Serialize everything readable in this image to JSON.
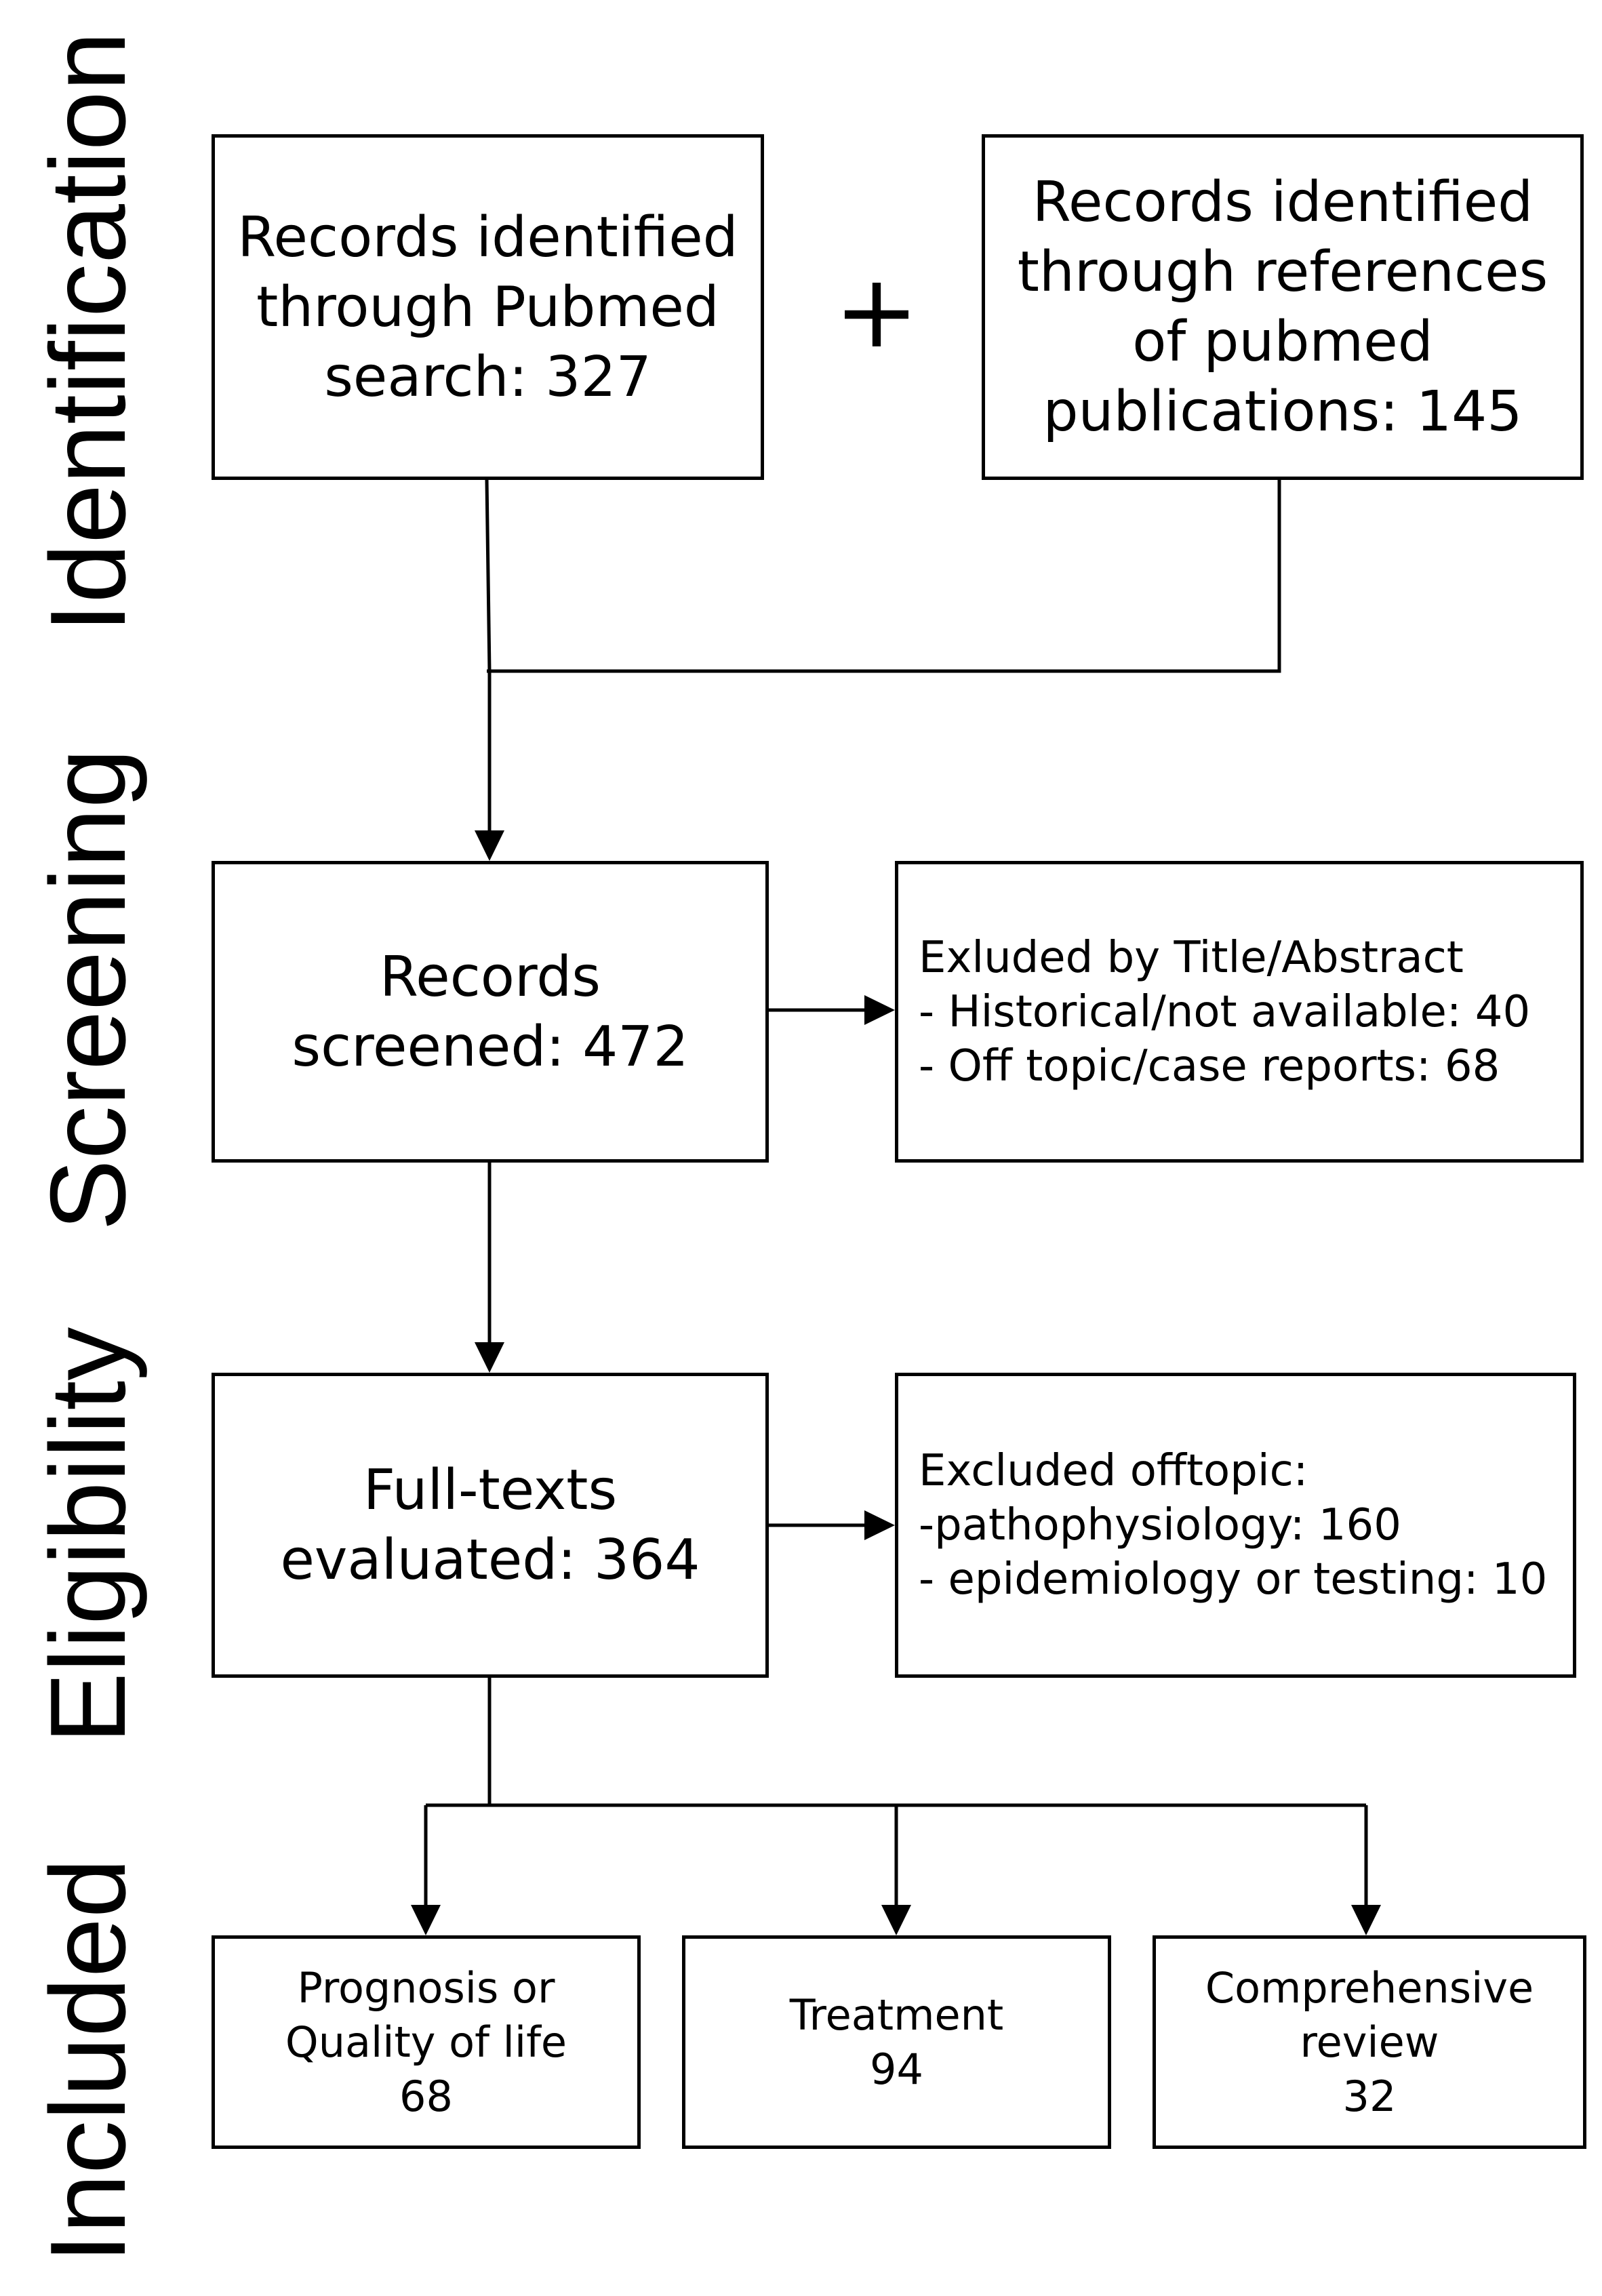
{
  "stages": {
    "identification": "Identification",
    "screening": "Screening",
    "eligibility": "Eligibility",
    "included": "Included"
  },
  "plus_symbol": "+",
  "boxes": {
    "pubmed": [
      "Records identified",
      "through Pubmed",
      "search: 327"
    ],
    "references": [
      "Records identified",
      "through references",
      "of pubmed",
      "publications: 145"
    ],
    "screened": [
      "Records",
      "screened: 472"
    ],
    "excluded_title": [
      "Exluded by Title/Abstract",
      "- Historical/not available: 40",
      "- Off topic/case reports: 68"
    ],
    "fulltexts": [
      "Full-texts",
      "evaluated: 364"
    ],
    "excluded_offtopic": [
      "Excluded offtopic:",
      "-pathophysiology: 160",
      "- epidemiology or testing: 10"
    ],
    "prognosis": [
      "Prognosis or",
      "Quality of life",
      "68"
    ],
    "treatment": [
      "Treatment",
      "94"
    ],
    "review": [
      "Comprehensive",
      "review",
      "32"
    ]
  }
}
